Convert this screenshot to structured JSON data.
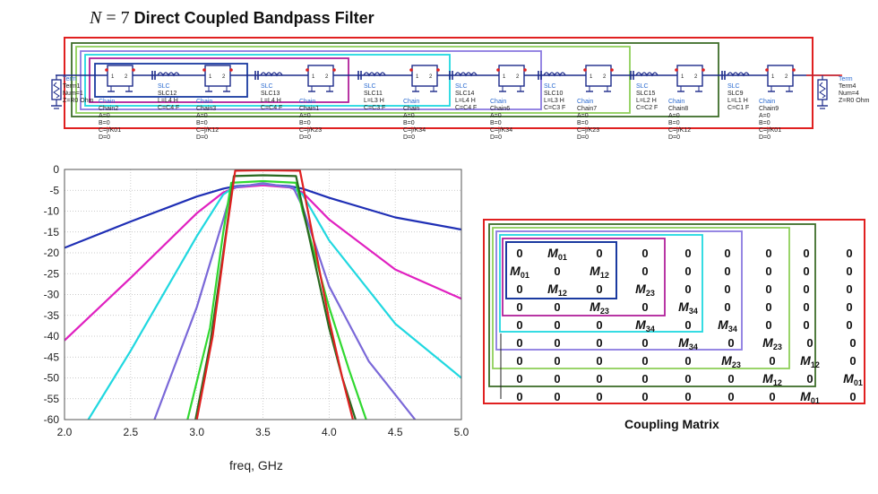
{
  "title": {
    "n": "N",
    "eq": " = 7",
    "text": " Direct Coupled Bandpass Filter"
  },
  "term_left": {
    "name": "Term",
    "label": "Term1",
    "num": "Num=1",
    "z": "Z=R0 Ohm"
  },
  "term_right": {
    "name": "Term",
    "label": "Term4",
    "num": "Num=4",
    "z": "Z=R0 Ohm"
  },
  "slcs": [
    {
      "type": "SLC",
      "label": "SLC12",
      "l": "L=L4 H",
      "c": "C=C4 F"
    },
    {
      "type": "SLC",
      "label": "SLC13",
      "l": "L=L4 H",
      "c": "C=C4 F"
    },
    {
      "type": "SLC",
      "label": "SLC11",
      "l": "L=L3 H",
      "c": "C=C3 F"
    },
    {
      "type": "SLC",
      "label": "SLC14",
      "l": "L=L4 H",
      "c": "C=C4 F"
    },
    {
      "type": "SLC",
      "label": "SLC10",
      "l": "L=L3 H",
      "c": "C=C3 F"
    },
    {
      "type": "SLC",
      "label": "SLC15",
      "l": "L=L2 H",
      "c": "C=C2 F"
    },
    {
      "type": "SLC",
      "label": "SLC9",
      "l": "L=L1 H",
      "c": "C=C1 F"
    }
  ],
  "chains": [
    {
      "type": "Chain",
      "label": "Chain2",
      "a": "A=0",
      "b": "B=0",
      "c": "C=j/K01",
      "d": "D=0"
    },
    {
      "type": "Chain",
      "label": "Chain3",
      "a": "A=0",
      "b": "B=0",
      "c": "C=j/K12",
      "d": "D=0"
    },
    {
      "type": "Chain",
      "label": "Chain1",
      "a": "A=0",
      "b": "B=0",
      "c": "C=j/K23",
      "d": "D=0"
    },
    {
      "type": "Chain",
      "label": "Chain",
      "a": "A=0",
      "b": "B=0",
      "c": "C=j/K34",
      "d": "D=0"
    },
    {
      "type": "Chain",
      "label": "Chain6",
      "a": "A=0",
      "b": "B=0",
      "c": "C=j/K34",
      "d": "D=0"
    },
    {
      "type": "Chain",
      "label": "Chain7",
      "a": "A=0",
      "b": "B=0",
      "c": "C=j/K23",
      "d": "D=0"
    },
    {
      "type": "Chain",
      "label": "Chain8",
      "a": "A=0",
      "b": "B=0",
      "c": "C=j/K12",
      "d": "D=0"
    },
    {
      "type": "Chain",
      "label": "Chain9",
      "a": "A=0",
      "b": "B=0",
      "c": "C=j/K01",
      "d": "D=0"
    }
  ],
  "chart_data": {
    "type": "line",
    "xlabel": "freq, GHz",
    "ylabel": "",
    "xlim": [
      2.0,
      5.0
    ],
    "ylim": [
      -60,
      0
    ],
    "xticks": [
      "2.0",
      "2.5",
      "3.0",
      "3.5",
      "4.0",
      "4.5",
      "5.0"
    ],
    "yticks": [
      "0",
      "-5",
      "-10",
      "-15",
      "-20",
      "-25",
      "-30",
      "-35",
      "-40",
      "-45",
      "-50",
      "-55",
      "-60"
    ],
    "grid": true,
    "series": [
      {
        "color": "#1f2fb5",
        "x": [
          2.0,
          2.5,
          3.0,
          3.2,
          3.3,
          3.5,
          3.7,
          3.8,
          4.0,
          4.5,
          5.0
        ],
        "y": [
          -18.8,
          -12.5,
          -6.5,
          -4.6,
          -4.0,
          -3.6,
          -4.0,
          -4.6,
          -6.8,
          -11.5,
          -14.4
        ]
      },
      {
        "color": "#e020c0",
        "x": [
          2.0,
          2.5,
          3.0,
          3.2,
          3.3,
          3.5,
          3.7,
          3.8,
          4.0,
          4.5,
          5.0
        ],
        "y": [
          -41.0,
          -26.0,
          -10.5,
          -5.5,
          -4.3,
          -3.8,
          -4.3,
          -5.5,
          -12.0,
          -24.0,
          -31.0
        ]
      },
      {
        "color": "#20d8e0",
        "x": [
          2.18,
          2.5,
          3.0,
          3.2,
          3.28,
          3.5,
          3.72,
          3.8,
          4.0,
          4.5,
          5.0
        ],
        "y": [
          -60.0,
          -43.5,
          -16.0,
          -6.0,
          -4.3,
          -3.4,
          -4.3,
          -6.0,
          -17.0,
          -37.0,
          -50.0
        ]
      },
      {
        "color": "#7a68d8",
        "x": [
          2.68,
          3.0,
          3.2,
          3.27,
          3.5,
          3.73,
          3.8,
          4.0,
          4.3,
          4.65
        ],
        "y": [
          -60.0,
          -33.0,
          -12.0,
          -4.4,
          -3.3,
          -4.4,
          -9.0,
          -28.0,
          -46.0,
          -60.0
        ]
      },
      {
        "color": "#30d830",
        "x": [
          2.93,
          3.1,
          3.2,
          3.26,
          3.5,
          3.75,
          3.8,
          4.0,
          4.15,
          4.28
        ],
        "y": [
          -60.0,
          -38.0,
          -15.0,
          -3.2,
          -2.8,
          -3.2,
          -10.0,
          -33.0,
          -48.0,
          -60.0
        ]
      },
      {
        "color": "#2a6a20",
        "x": [
          2.99,
          3.1,
          3.2,
          3.28,
          3.5,
          3.75,
          3.82,
          4.0,
          4.1,
          4.2
        ],
        "y": [
          -60.0,
          -42.0,
          -20.0,
          -1.6,
          -1.4,
          -1.6,
          -12.0,
          -38.0,
          -50.0,
          -60.0
        ]
      },
      {
        "color": "#e02020",
        "x": [
          3.0,
          3.12,
          3.22,
          3.29,
          3.5,
          3.78,
          3.84,
          4.0,
          4.1,
          4.18
        ],
        "y": [
          -60.0,
          -40.0,
          -16.0,
          -0.3,
          -0.2,
          -0.3,
          -10.0,
          -36.0,
          -50.0,
          -60.0
        ]
      }
    ]
  },
  "matrix": {
    "label": "Coupling Matrix",
    "rows": [
      [
        "0",
        "M01",
        "0",
        "0",
        "0",
        "0",
        "0",
        "0",
        "0"
      ],
      [
        "M01",
        "0",
        "M12",
        "0",
        "0",
        "0",
        "0",
        "0",
        "0"
      ],
      [
        "0",
        "M12",
        "0",
        "M23",
        "0",
        "0",
        "0",
        "0",
        "0"
      ],
      [
        "0",
        "0",
        "M23",
        "0",
        "M34",
        "0",
        "0",
        "0",
        "0"
      ],
      [
        "0",
        "0",
        "0",
        "M34",
        "0",
        "M34",
        "0",
        "0",
        "0"
      ],
      [
        "0",
        "0",
        "0",
        "0",
        "M34",
        "0",
        "M23",
        "0",
        "0"
      ],
      [
        "0",
        "0",
        "0",
        "0",
        "0",
        "M23",
        "0",
        "M12",
        "0"
      ],
      [
        "0",
        "0",
        "0",
        "0",
        "0",
        "0",
        "M12",
        "0",
        "M01"
      ],
      [
        "0",
        "0",
        "0",
        "0",
        "0",
        "0",
        "0",
        "M01",
        "0"
      ]
    ]
  },
  "colors": {
    "red": "#e02020",
    "darkgreen": "#3e6e2a",
    "lightgreen": "#8fd05a",
    "purple": "#8a7ae0",
    "cyan": "#20d8e0",
    "magenta": "#b0209a",
    "blue": "#1a3aa0"
  }
}
